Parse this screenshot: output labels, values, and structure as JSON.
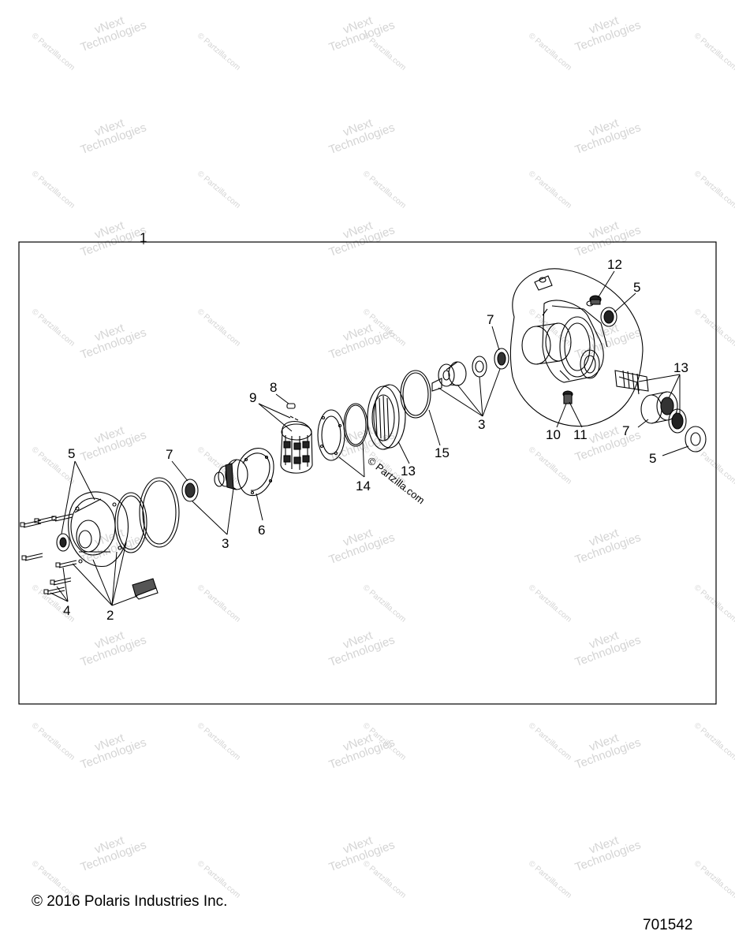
{
  "watermark": {
    "line1": "vNext",
    "line2": "Technologies",
    "partzilla": "© Partzilla.com"
  },
  "callouts": {
    "c1": "1",
    "c2": "2",
    "c3": "3",
    "c4": "4",
    "c5": "5",
    "c6": "6",
    "c7": "7",
    "c8": "8",
    "c9": "9",
    "c10": "10",
    "c11": "11",
    "c12": "12",
    "c13": "13",
    "c14": "14",
    "c15": "15"
  },
  "center_stamp": "© Partzilla.com",
  "footer": {
    "copyright": "© 2016 Polaris Industries Inc.",
    "diagram_number": "701542"
  }
}
